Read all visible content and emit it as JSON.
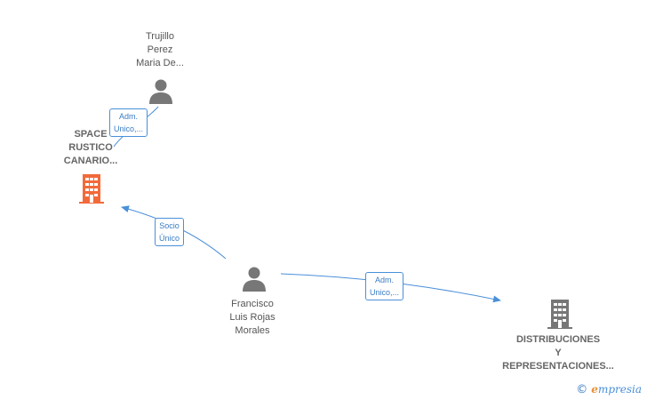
{
  "nodes": {
    "trujillo": {
      "lines": [
        "Trujillo",
        "Perez",
        "Maria De..."
      ]
    },
    "space": {
      "lines": [
        "SPACE",
        "RUSTICO",
        "CANARIO..."
      ]
    },
    "francisco": {
      "lines": [
        "Francisco",
        "Luis Rojas",
        "Morales"
      ]
    },
    "distribuciones": {
      "lines": [
        "DISTRIBUCIONES",
        "Y",
        "REPRESENTACIONES..."
      ]
    }
  },
  "edges": {
    "trujillo_space": {
      "lines": [
        "Adm.",
        "Unico,..."
      ]
    },
    "francisco_space": {
      "lines": [
        "Socio",
        "Único"
      ]
    },
    "francisco_distribuciones": {
      "lines": [
        "Adm.",
        "Unico,..."
      ]
    }
  },
  "colors": {
    "edge": "#4a90d9",
    "person_icon": "#777777",
    "company_highlight": "#f26a3a",
    "company_icon": "#777777"
  },
  "brand": {
    "copyright": "©",
    "name_initial": "e",
    "name_rest": "mpresia"
  }
}
